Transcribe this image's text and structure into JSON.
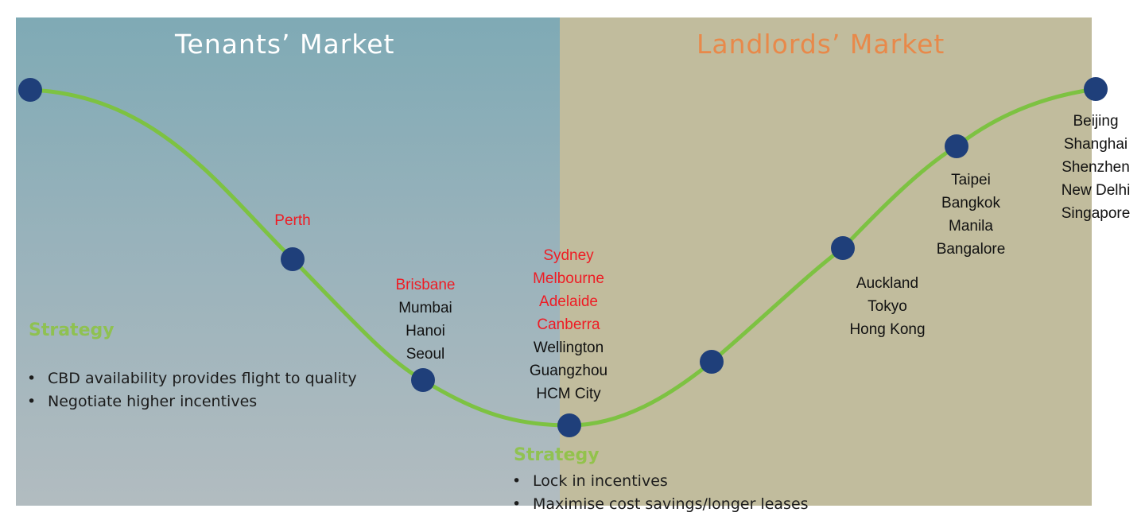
{
  "markets": {
    "left_title": "Tenants’ Market",
    "right_title": "Landlords’ Market"
  },
  "colors": {
    "left_panel": "#98b2bb",
    "right_panel": "#c1bc9d",
    "curve": "#7dc242",
    "node": "#1f3f7a",
    "title_right": "#e8894a",
    "red_city": "#ee1c24",
    "strategy": "#8cc43f"
  },
  "cycle_points": [
    {
      "id": "peak-left",
      "cities": []
    },
    {
      "id": "falling-1",
      "cities": [
        {
          "name": "Perth",
          "highlight": true
        }
      ]
    },
    {
      "id": "falling-2",
      "cities": [
        {
          "name": "Brisbane",
          "highlight": true
        },
        {
          "name": "Mumbai",
          "highlight": false
        },
        {
          "name": "Hanoi",
          "highlight": false
        },
        {
          "name": "Seoul",
          "highlight": false
        }
      ]
    },
    {
      "id": "trough",
      "cities": [
        {
          "name": "Sydney",
          "highlight": true
        },
        {
          "name": "Melbourne",
          "highlight": true
        },
        {
          "name": "Adelaide",
          "highlight": true
        },
        {
          "name": "Canberra",
          "highlight": true
        },
        {
          "name": "Wellington",
          "highlight": false
        },
        {
          "name": "Guangzhou",
          "highlight": false
        },
        {
          "name": "HCM City",
          "highlight": false
        }
      ]
    },
    {
      "id": "rising-1",
      "cities": []
    },
    {
      "id": "rising-2",
      "cities": [
        {
          "name": "Auckland",
          "highlight": false
        },
        {
          "name": "Tokyo",
          "highlight": false
        },
        {
          "name": "Hong Kong",
          "highlight": false
        }
      ]
    },
    {
      "id": "rising-3",
      "cities": [
        {
          "name": "Taipei",
          "highlight": false
        },
        {
          "name": "Bangkok",
          "highlight": false
        },
        {
          "name": "Manila",
          "highlight": false
        },
        {
          "name": "Bangalore",
          "highlight": false
        }
      ]
    },
    {
      "id": "peak-right",
      "cities": [
        {
          "name": "Beijing",
          "highlight": false
        },
        {
          "name": "Shanghai",
          "highlight": false
        },
        {
          "name": "Shenzhen",
          "highlight": false
        },
        {
          "name": "New Delhi",
          "highlight": false
        },
        {
          "name": "Singapore",
          "highlight": false
        }
      ]
    }
  ],
  "strategy_left": {
    "title": "Strategy",
    "bullets": [
      "CBD availability provides flight to quality",
      "Negotiate higher incentives"
    ]
  },
  "strategy_bottom": {
    "title": "Strategy",
    "bullets": [
      "Lock in incentives",
      "Maximise cost savings/longer leases"
    ]
  }
}
